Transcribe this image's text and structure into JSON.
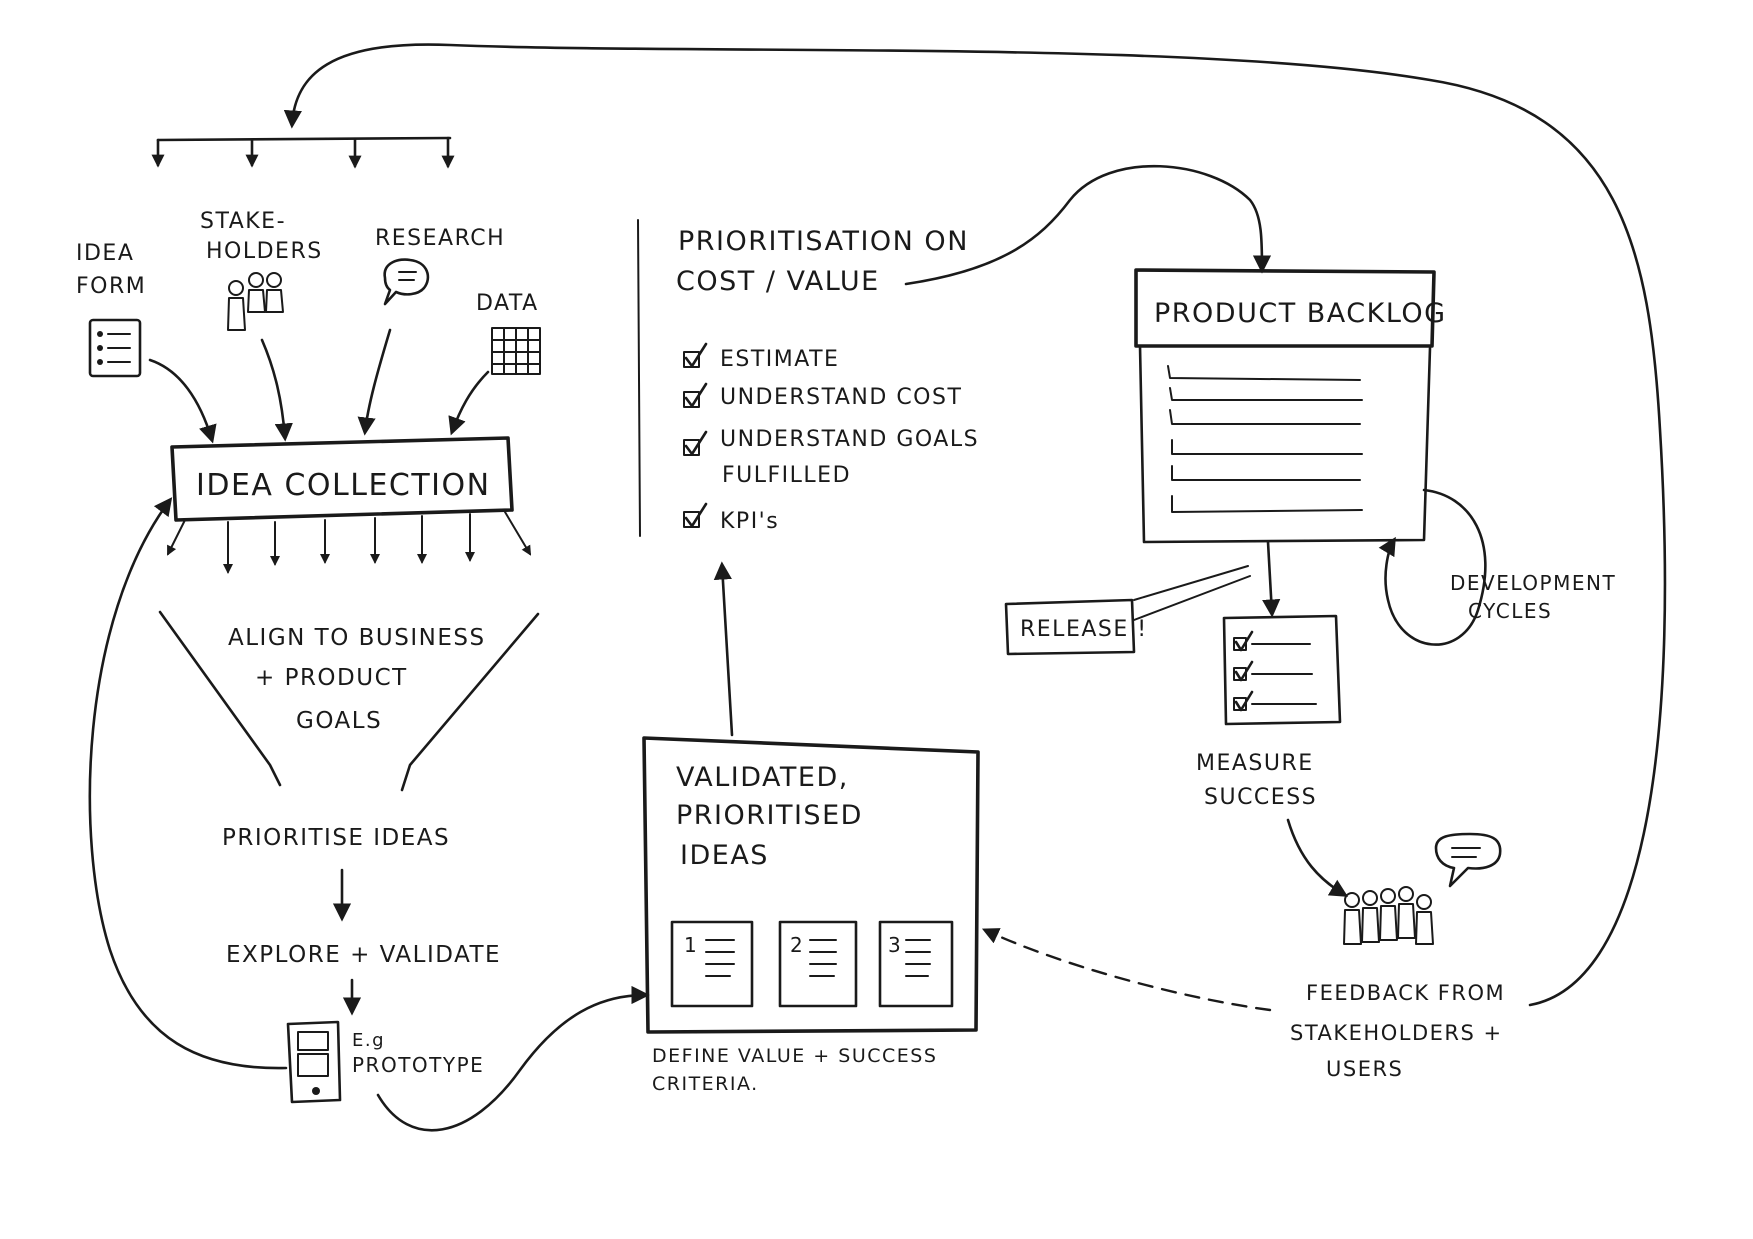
{
  "sources": {
    "idea_form": [
      "IDEA",
      "FORM"
    ],
    "stakeholders": [
      "STAKE-",
      "HOLDERS"
    ],
    "research": "RESEARCH",
    "data": "DATA"
  },
  "idea_collection": "IDEA COLLECTION",
  "funnel": {
    "align": [
      "ALIGN TO BUSINESS",
      "+ PRODUCT",
      "GOALS"
    ],
    "prioritise": "PRIORITISE IDEAS",
    "explore": "EXPLORE + VALIDATE",
    "prototype": [
      "E.g",
      "PROTOTYPE"
    ]
  },
  "prioritisation": {
    "title": [
      "PRIORITISATION ON",
      "COST / VALUE"
    ],
    "checklist": [
      "ESTIMATE",
      "UNDERSTAND COST",
      "UNDERSTAND GOALS",
      "KPI's"
    ],
    "goals_continued": "FULFILLED"
  },
  "validated": {
    "title": [
      "VALIDATED,",
      "PRIORITISED",
      "IDEAS"
    ],
    "cards": [
      "1",
      "2",
      "3"
    ],
    "caption": [
      "DEFINE VALUE + SUCCESS",
      "CRITERIA."
    ]
  },
  "backlog": {
    "title": "PRODUCT BACKLOG"
  },
  "release": "RELEASE !",
  "development": [
    "DEVELOPMENT",
    "CYCLES"
  ],
  "measure": [
    "MEASURE",
    "SUCCESS"
  ],
  "feedback": [
    "FEEDBACK FROM",
    "STAKEHOLDERS +",
    "USERS"
  ]
}
